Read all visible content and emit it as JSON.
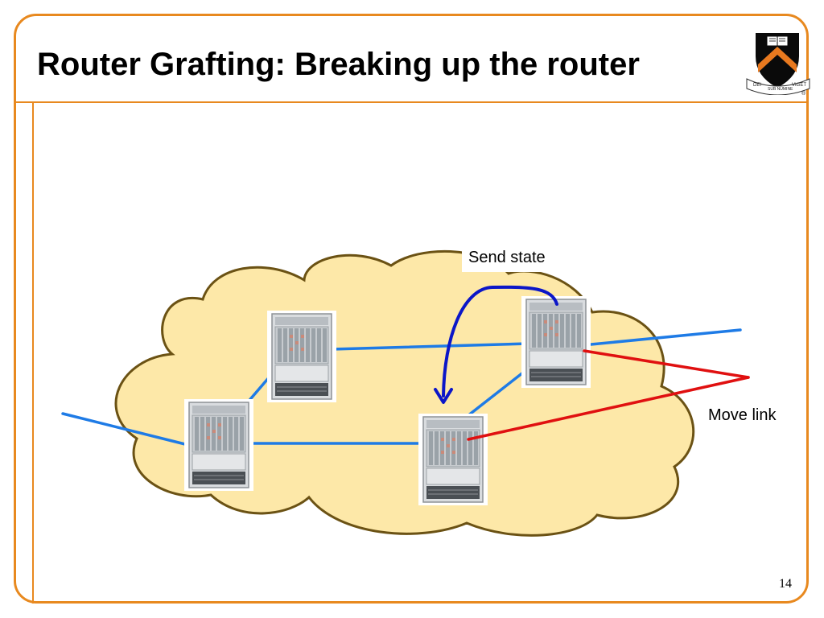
{
  "slide": {
    "title": "Router Grafting: Breaking up the router",
    "page_number": "14"
  },
  "diagram": {
    "labels": {
      "send_state": "Send state",
      "move_link": "Move link"
    },
    "crest": {
      "banner_left": "DEI",
      "banner_center": "SUB NUMINE",
      "banner_right": "VIGET",
      "registered_mark": "®"
    }
  },
  "colors": {
    "frame_accent": "#e8891f",
    "cloud_fill": "#fde8a8",
    "cloud_outline": "#6b5214",
    "link_blue": "#1e7be6",
    "state_arrow": "#0b16c8",
    "moved_link_red": "#e01010",
    "crest_orange": "#e8791f"
  }
}
